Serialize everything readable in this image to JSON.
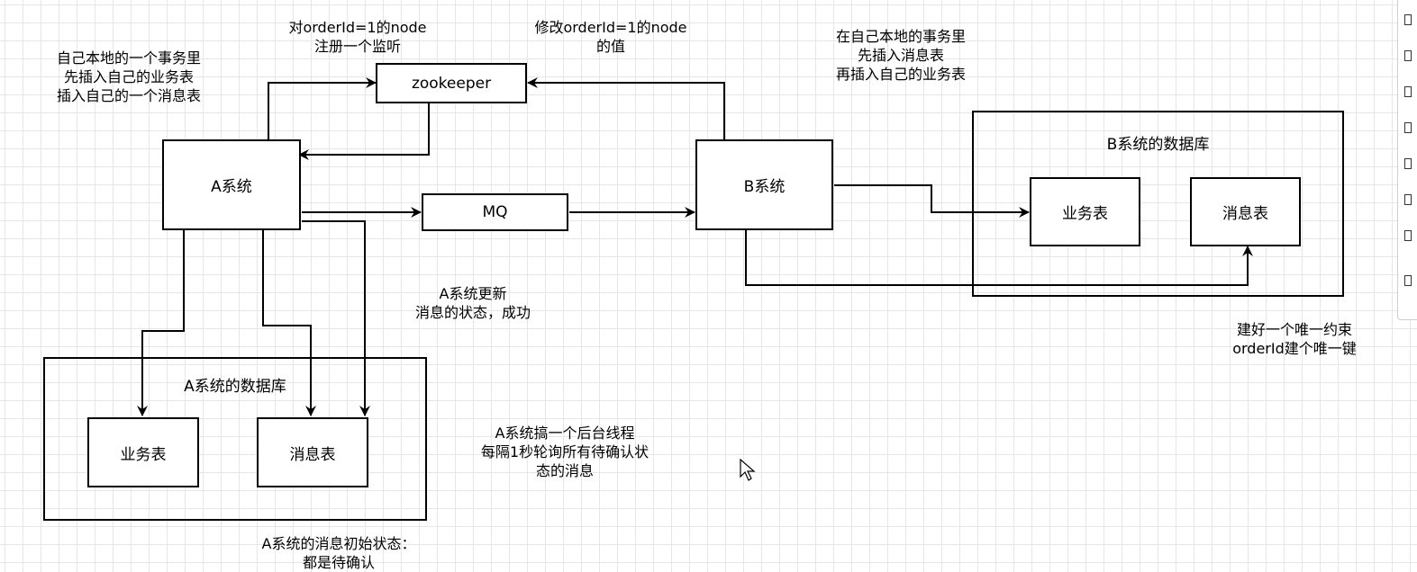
{
  "nodes": {
    "zookeeper": "zookeeper",
    "a_system": "A系统",
    "mq": "MQ",
    "b_system": "B系统"
  },
  "a_db": {
    "title": "A系统的数据库",
    "business_table": "业务表",
    "message_table": "消息表"
  },
  "b_db": {
    "title": "B系统的数据库",
    "business_table": "业务表",
    "message_table": "消息表"
  },
  "annotations": {
    "a_local_tx": [
      "自己本地的一个事务里",
      "先插入自己的业务表",
      "插入自己的一个消息表"
    ],
    "register_watch": [
      "对orderId=1的node",
      "注册一个监听"
    ],
    "modify_node": [
      "修改orderId=1的node",
      "的值"
    ],
    "b_local_tx": [
      "在自己本地的事务里",
      "先插入消息表",
      "再插入自己的业务表"
    ],
    "a_update_status": [
      "A系统更新",
      "消息的状态，成功"
    ],
    "unique_constraint": [
      "建好一个唯一约束",
      "orderId建个唯一键"
    ],
    "background_thread": [
      "A系统搞一个后台线程",
      "每隔1秒轮询所有待确认状",
      "态的消息"
    ],
    "initial_status": [
      "A系统的消息初始状态：",
      "都是待确认"
    ]
  }
}
